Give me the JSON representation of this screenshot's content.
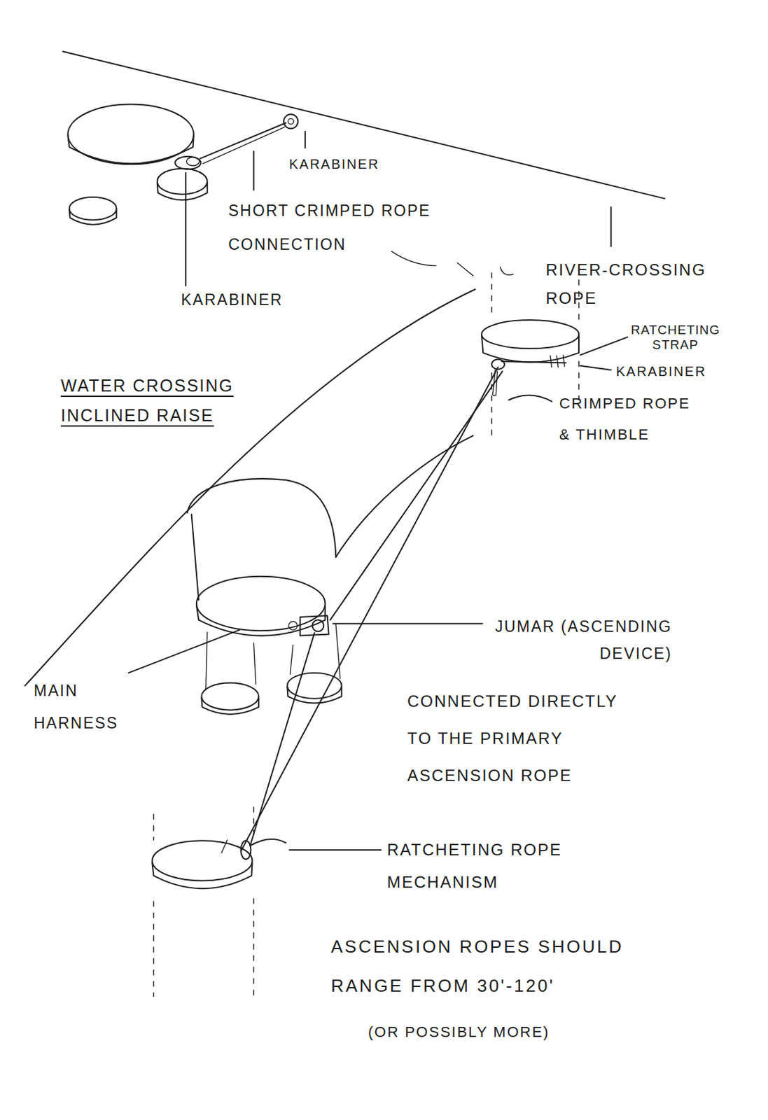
{
  "diagram": {
    "title": "WATER CROSSING INCLINED RAISE",
    "labels": [
      "KARABINER",
      "SHORT CRIMPED ROPE CONNECTION",
      "KARABINER",
      "RIVER-CROSSING ROPE",
      "RATCHETING STRAP",
      "KARABINER",
      "CRIMPED ROPE & THIMBLE",
      "MAIN HARNESS",
      "JUMAR (ASCENDING DEVICE)",
      "CONNECTED DIRECTLY TO THE PRIMARY ASCENSION ROPE",
      "RATCHETING ROPE MECHANISM",
      "ASCENSION ROPES SHOULD RANGE FROM 30'-120'",
      "(OR POSSIBLY MORE)"
    ]
  }
}
